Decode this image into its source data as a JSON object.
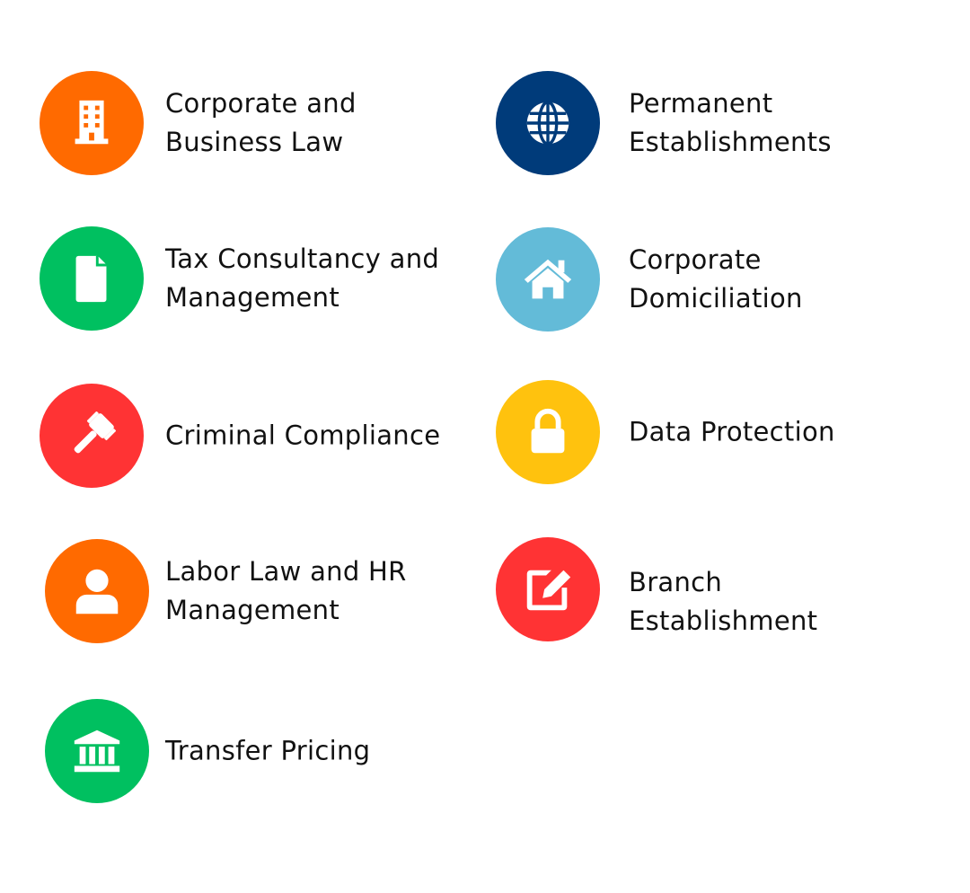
{
  "colors": {
    "orange": "#ff6a00",
    "green": "#00c060",
    "red": "#ff3334",
    "navy": "#003b7a",
    "light_blue": "#63bbd8",
    "yellow": "#ffc20e",
    "text": "#111111"
  },
  "services": [
    {
      "icon": "building-icon",
      "color": "#ff6a00",
      "lines": [
        "Corporate and",
        "Business Law"
      ]
    },
    {
      "icon": "globe-icon",
      "color": "#003b7a",
      "lines": [
        "Permanent",
        "Establishments"
      ]
    },
    {
      "icon": "document-icon",
      "color": "#00c060",
      "lines": [
        "Tax Consultancy and",
        "Management"
      ]
    },
    {
      "icon": "house-icon",
      "color": "#63bbd8",
      "lines": [
        "Corporate",
        "Domiciliation"
      ]
    },
    {
      "icon": "gavel-icon",
      "color": "#ff3334",
      "lines": [
        "Criminal Compliance"
      ]
    },
    {
      "icon": "lock-icon",
      "color": "#ffc20e",
      "lines": [
        "Data Protection"
      ]
    },
    {
      "icon": "user-icon",
      "color": "#ff6a00",
      "lines": [
        "Labor Law and HR",
        "Management"
      ]
    },
    {
      "icon": "edit-icon",
      "color": "#ff3334",
      "lines": [
        "Branch",
        "Establishment"
      ]
    },
    {
      "icon": "bank-icon",
      "color": "#00c060",
      "lines": [
        "Transfer Pricing"
      ]
    }
  ]
}
